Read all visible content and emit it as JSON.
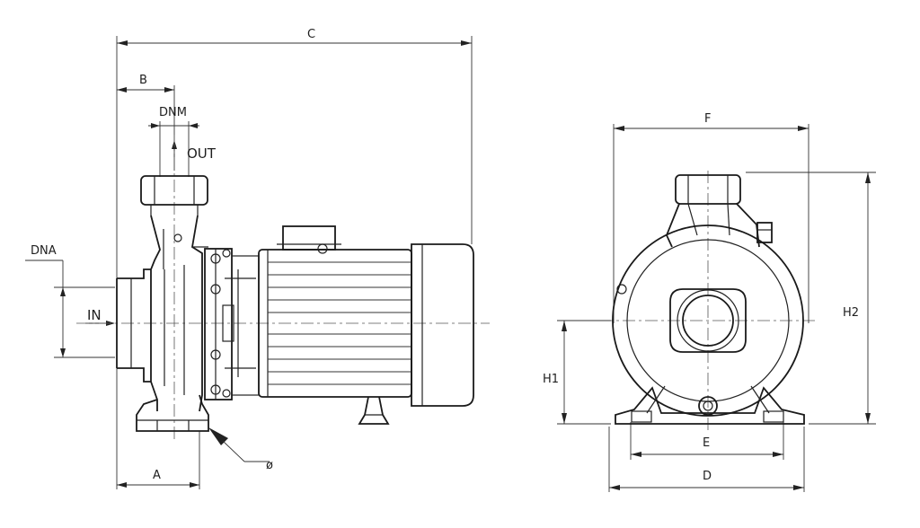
{
  "side_view": {
    "dim_labels": {
      "c": "C",
      "b": "B",
      "dnm": "DNM",
      "out": "OUT",
      "dna": "DNA",
      "in": "IN",
      "a": "A",
      "phi": "ø"
    }
  },
  "front_view": {
    "dim_labels": {
      "f": "F",
      "h2": "H2",
      "h1": "H1",
      "e": "E",
      "d": "D"
    }
  }
}
